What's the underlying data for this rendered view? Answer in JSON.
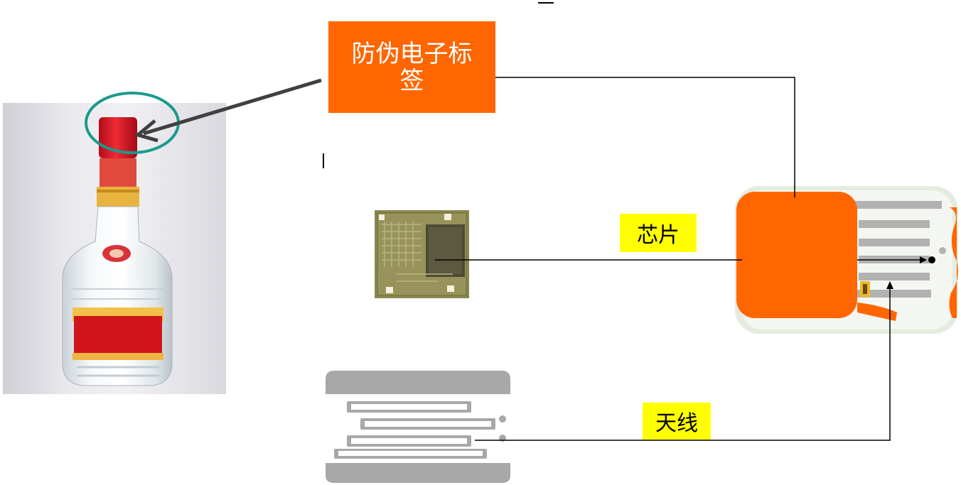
{
  "labels": {
    "tag": "防伪电子标签",
    "tag_line1": "防伪电子标",
    "tag_line2": "签",
    "chip": "芯片",
    "antenna": "天线"
  },
  "colors": {
    "tag_box": "#ff6600",
    "label_bg": "#ffff00",
    "highlight_ellipse": "#1a9a8c",
    "connector": "#000000",
    "pointer_arrow": "#404040"
  },
  "icons": {
    "bottle": "liquor-bottle-photo",
    "chip": "chip-die-photo",
    "antenna": "dipole-antenna-icon",
    "tag_assembly": "rfid-tag-photo"
  }
}
